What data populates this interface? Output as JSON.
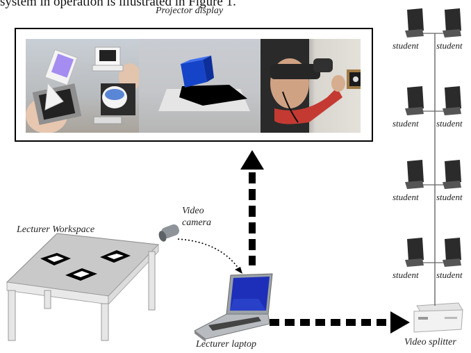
{
  "intro_text": "system in operation is illustrated in Figure 1.",
  "projector": {
    "title": "Projector display"
  },
  "camera": {
    "line1": "Video",
    "line2": "camera"
  },
  "workspace": {
    "label": "Lecturer Workspace"
  },
  "laptop": {
    "label": "Lecturer laptop"
  },
  "splitter": {
    "label": "Video splitter"
  },
  "students": [
    {
      "label": "student"
    },
    {
      "label": "student"
    },
    {
      "label": "student"
    },
    {
      "label": "student"
    },
    {
      "label": "student"
    },
    {
      "label": "student"
    },
    {
      "label": "student"
    },
    {
      "label": "student"
    }
  ]
}
